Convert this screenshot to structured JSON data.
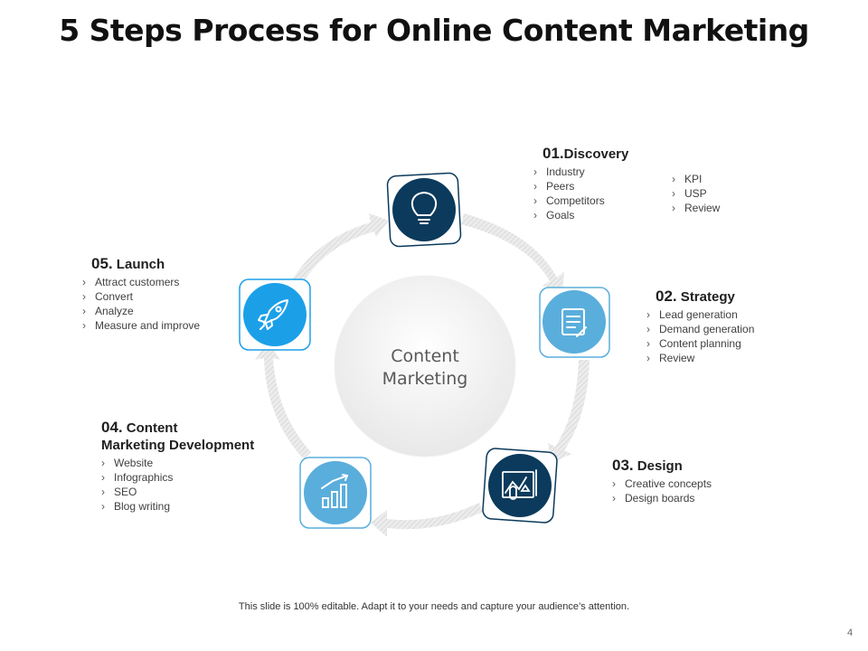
{
  "title": "5 Steps Process for Online Content Marketing",
  "center_label_line1": "Content",
  "center_label_line2": "Marketing",
  "steps": [
    {
      "num": "01.",
      "name": "Discovery",
      "items": [
        "Industry",
        "Peers",
        "Competitors",
        "Goals"
      ],
      "extra_items": [
        "KPI",
        "USP",
        "Review"
      ],
      "icon": "lightbulb-icon"
    },
    {
      "num": "02.",
      "name": " Strategy",
      "items": [
        "Lead generation",
        "Demand generation",
        "Content planning",
        "Review"
      ],
      "icon": "document-pen-icon"
    },
    {
      "num": "03.",
      "name": " Design",
      "items": [
        "Creative concepts",
        "Design boards"
      ],
      "icon": "design-board-icon"
    },
    {
      "num": "04.",
      "name": " Content",
      "name_line2": "Marketing Development",
      "items": [
        "Website",
        "Infographics",
        "SEO",
        "Blog writing"
      ],
      "icon": "growth-chart-icon"
    },
    {
      "num": "05.",
      "name": " Launch",
      "items": [
        "Attract customers",
        "Convert",
        "Analyze",
        "Measure and improve"
      ],
      "icon": "rocket-icon"
    }
  ],
  "colors": {
    "dark_navy": "#0b3a5c",
    "light_blue": "#5aaedc",
    "bright_blue": "#1ba0e8",
    "arrow_gray": "#e6e6e6"
  },
  "footer": "This slide is 100% editable. Adapt it to your needs and capture your audience’s attention.",
  "page_number": "4"
}
